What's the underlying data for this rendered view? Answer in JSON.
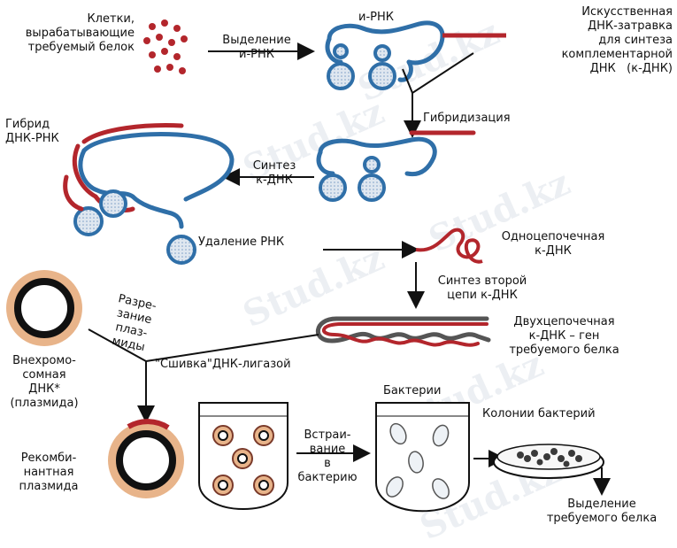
{
  "labels": {
    "cells": "Клетки,\nвырабатывающие\nтребуемый белок",
    "isolation": "Выделение\nи-РНК",
    "mrna": "и-РНК",
    "primer": "Искусственная\nДНК-затравка\nдля синтеза\nкомплементарной\nДНК   (к-ДНК)",
    "hybridization": "Гибридизация",
    "hybrid": "Гибрид\nДНК-РНК",
    "synthesis": "Синтез\nк-ДНК",
    "rna_removal": "Удаление РНК",
    "single_strand": "Одноцепочечная\nк-ДНК",
    "second_strand": "Синтез второй\nцепи к-ДНК",
    "double_strand": "Двухцепочечная\nк-ДНК – ген\nтребуемого белка",
    "cutting": "Разре-\nзание\nплаз-\nмиды",
    "plasmid": "Внехромо-\nсомная\nДНК*\n(плазмида)",
    "ligation": "\"Сшивка\"ДНК-лигазой",
    "bacteria": "Бактерии",
    "colonies": "Колонии бактерий",
    "recombinant": "Рекомби-\nнантная\nплазмида",
    "insertion": "Встраи-\nвание\nв\nбактерию",
    "protein_isolation": "Выделение\nтребуемого белка"
  },
  "watermark": "Stud.kz",
  "colors": {
    "rna": "#2f6fa8",
    "dna": "#b3262c",
    "strand_gray": "#555555",
    "plasmid_ring": "#e8b48a",
    "arrow": "#111111"
  }
}
